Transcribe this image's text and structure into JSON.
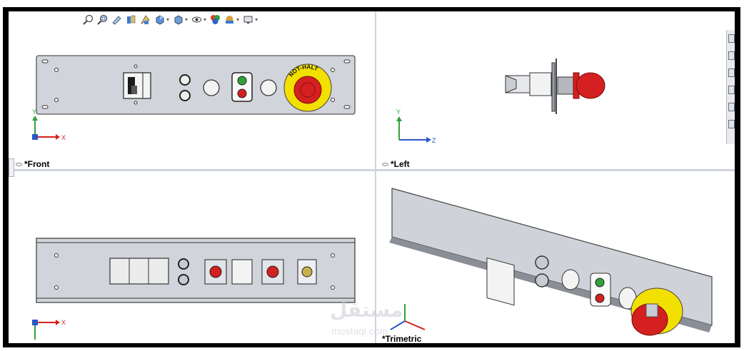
{
  "viewports": {
    "front": {
      "label": "*Front"
    },
    "left": {
      "label": "*Left"
    },
    "bottom": {
      "label": ""
    },
    "trimetric": {
      "label": "*Trimetric"
    }
  },
  "estop_text": "NOT-HALT",
  "triad": {
    "x": "X",
    "y": "Y",
    "z": "Z"
  },
  "toolbar_icons": [
    "zoom-to-fit-icon",
    "zoom-to-area-icon",
    "previous-view-icon",
    "section-view-icon",
    "dynamic-annotation-icon",
    "view-orientation-icon",
    "display-style-icon",
    "hide-show-icon",
    "edit-appearance-icon",
    "apply-scene-icon",
    "view-settings-icon"
  ],
  "watermark": {
    "logo": "مستقل",
    "domain": "mostaql.com"
  },
  "colors": {
    "panel": "#cfd2d8",
    "estop_red": "#d42020",
    "estop_yellow": "#f2e000",
    "green": "#2fa23a"
  }
}
